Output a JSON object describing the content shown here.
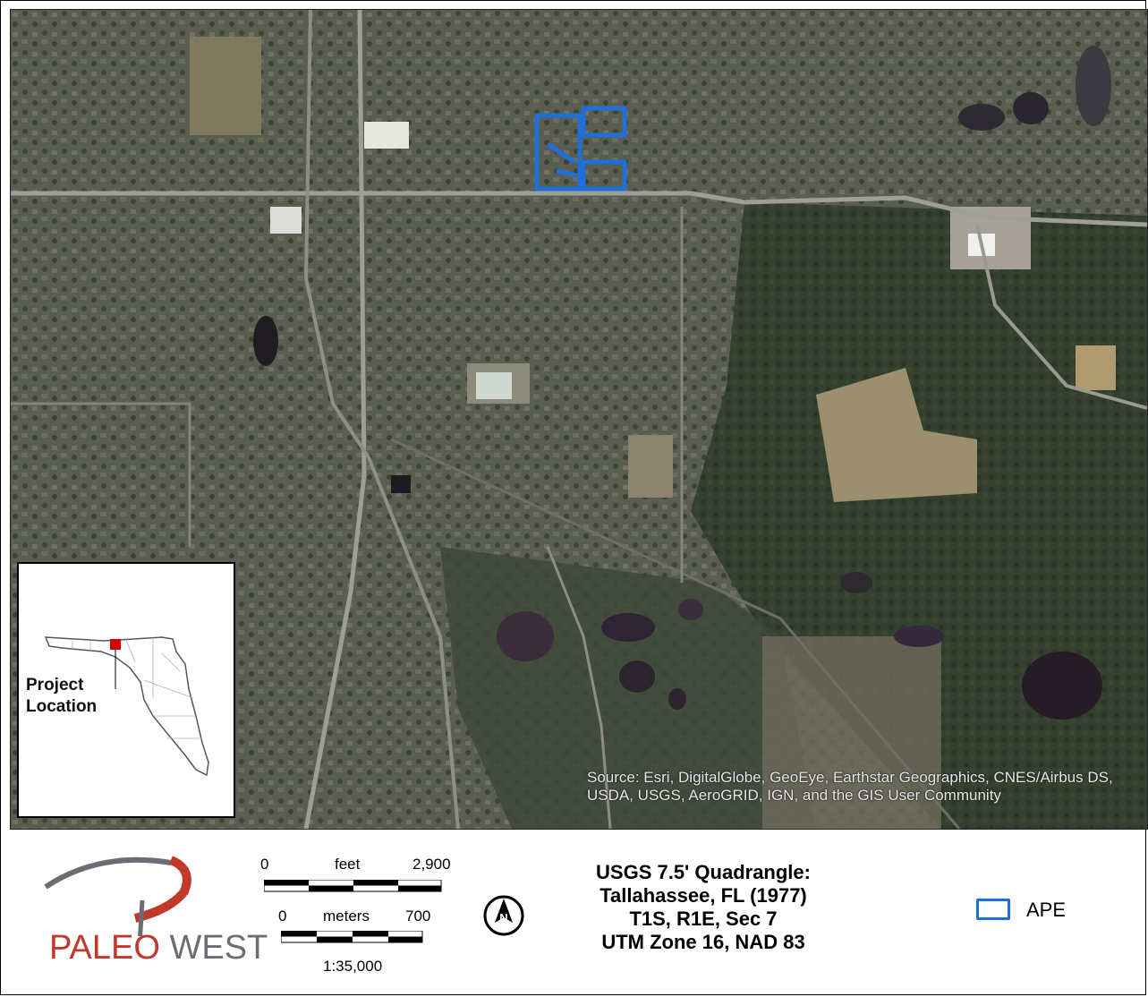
{
  "map": {
    "source_text": "Source: Esri, DigitalGlobe, GeoEye, Earthstar Geographics, CNES/Airbus DS, USDA, USGS, AeroGRID, IGN, and the GIS User Community"
  },
  "inset": {
    "label_line1": "Project",
    "label_line2": "Location"
  },
  "logo": {
    "part1": "PALEO",
    "part2": "WEST"
  },
  "scale": {
    "feet_start": "0",
    "feet_unit": "feet",
    "feet_end": "2,900",
    "meters_start": "0",
    "meters_unit": "meters",
    "meters_end": "700",
    "ratio": "1:35,000"
  },
  "north_arrow": {
    "letter": "N"
  },
  "quadrangle": {
    "line1": "USGS 7.5' Quadrangle:",
    "line2": "Tallahassee, FL (1977)",
    "line3": "T1S, R1E, Sec 7",
    "line4": "UTM Zone 16, NAD 83"
  },
  "legend": {
    "ape_label": "APE",
    "ape_color": "#1e6fd9"
  },
  "colors": {
    "imagery_base": "#4f5445",
    "forest": "#2f3a2a",
    "clearing": "#8a7f64",
    "water": "#241c24",
    "road": "#9c9c94",
    "inset_highlight": "#d00000"
  }
}
